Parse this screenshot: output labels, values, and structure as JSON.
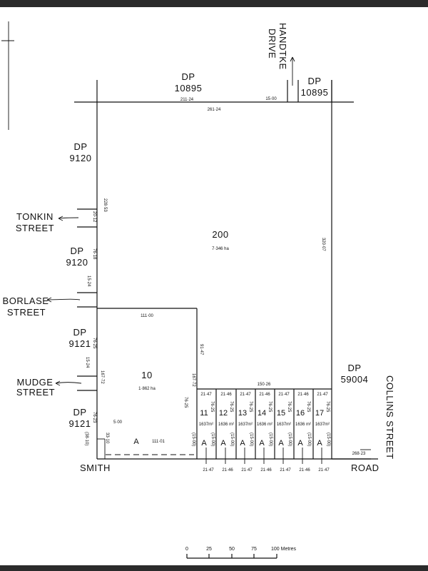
{
  "labels": {
    "dp10895_left": [
      "DP",
      "10895"
    ],
    "dp10895_right": [
      "DP",
      "10895"
    ],
    "dp9120_top": [
      "DP",
      "9120"
    ],
    "dp9120_mid": [
      "DP",
      "9120"
    ],
    "dp9121_a": [
      "DP",
      "9121"
    ],
    "dp9121_b": [
      "DP",
      "9121"
    ],
    "dp59004": [
      "DP",
      "59004"
    ],
    "handtke_drive": [
      "HANDTKE",
      "DRIVE"
    ],
    "tonkin_street": [
      "TONKIN",
      "STREET"
    ],
    "borlase_street": [
      "BORLASE",
      "STREET"
    ],
    "mudge_street": [
      "MUDGE",
      "STREET"
    ],
    "collins_street": "COLLINS STREET",
    "smith": "SMITH",
    "road": "ROAD"
  },
  "lots": {
    "lot200": {
      "number": "200",
      "area": "7·346 ha"
    },
    "lot10": {
      "number": "10",
      "area": "1·862 ha"
    },
    "small": [
      {
        "number": "11",
        "area": "1637m²"
      },
      {
        "number": "12",
        "area": "1636 m²"
      },
      {
        "number": "13",
        "area": "1637m²"
      },
      {
        "number": "14",
        "area": "1636 m²"
      },
      {
        "number": "15",
        "area": "1637m²"
      },
      {
        "number": "16",
        "area": "1636 m²"
      },
      {
        "number": "17",
        "area": "1637m²"
      }
    ]
  },
  "dims": {
    "top_a": "211·24",
    "top_b": "261·24",
    "top_c": "15·00",
    "west_a": "228·53",
    "west_b": "20·12",
    "west_c": "76·18",
    "west_d": "15·24",
    "west_e": "76·25",
    "west_f": "15·24",
    "west_g": "167·72",
    "west_h": "76·23",
    "west_i": "(38·10)",
    "west_j": "33·10",
    "west_k": "5·00",
    "east": "320·07",
    "lot10_top": "111·00",
    "lot10_east": "91·47",
    "lot10_east_b": "167·72",
    "lot10_east_c": "76·25",
    "bottom_lot10": "111·01",
    "small_top": "150·26",
    "small_widths_top": [
      "21·47",
      "21·46",
      "21·47",
      "21·46",
      "21·47",
      "21·46",
      "21·47"
    ],
    "small_widths_bottom": [
      "21·47",
      "21·46",
      "21·47",
      "21·46",
      "21·47",
      "21·46",
      "21·47"
    ],
    "small_depth": "76·25",
    "easement": "(15·00)",
    "road_frontage": "268·23"
  },
  "easement_mark": "A",
  "scale_bar": {
    "ticks": [
      "0",
      "25",
      "50",
      "75",
      "100 Metres"
    ]
  }
}
